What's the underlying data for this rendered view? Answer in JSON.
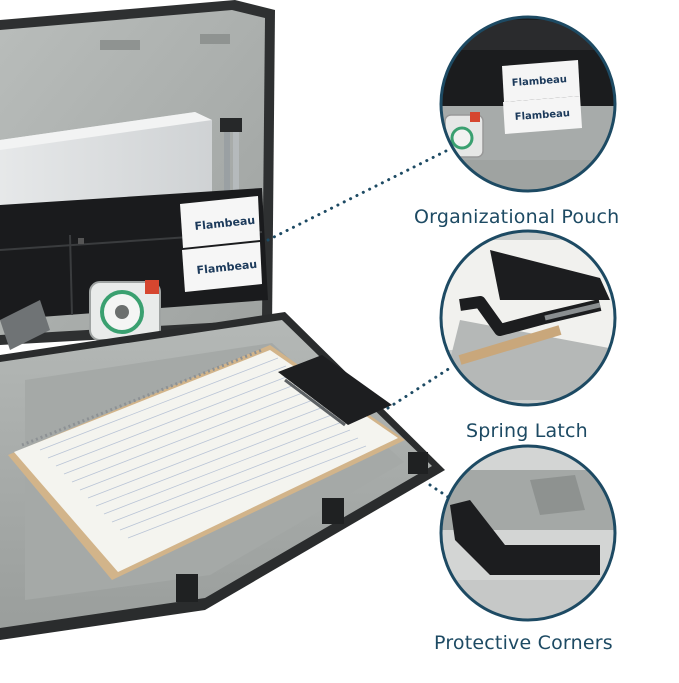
{
  "colors": {
    "accent": "#1d4a63",
    "case_gray": "#a9adab",
    "case_dark": "#2b2d2e",
    "pouch_black": "#1a1b1d",
    "paper": "#f3f3ee"
  },
  "brand": {
    "logo_text": "Flambeau"
  },
  "callouts": [
    {
      "label": "Organizational Pouch",
      "icon": "pouch-closeup"
    },
    {
      "label": "Spring Latch",
      "icon": "latch-closeup"
    },
    {
      "label": "Protective Corners",
      "icon": "corner-closeup"
    }
  ]
}
